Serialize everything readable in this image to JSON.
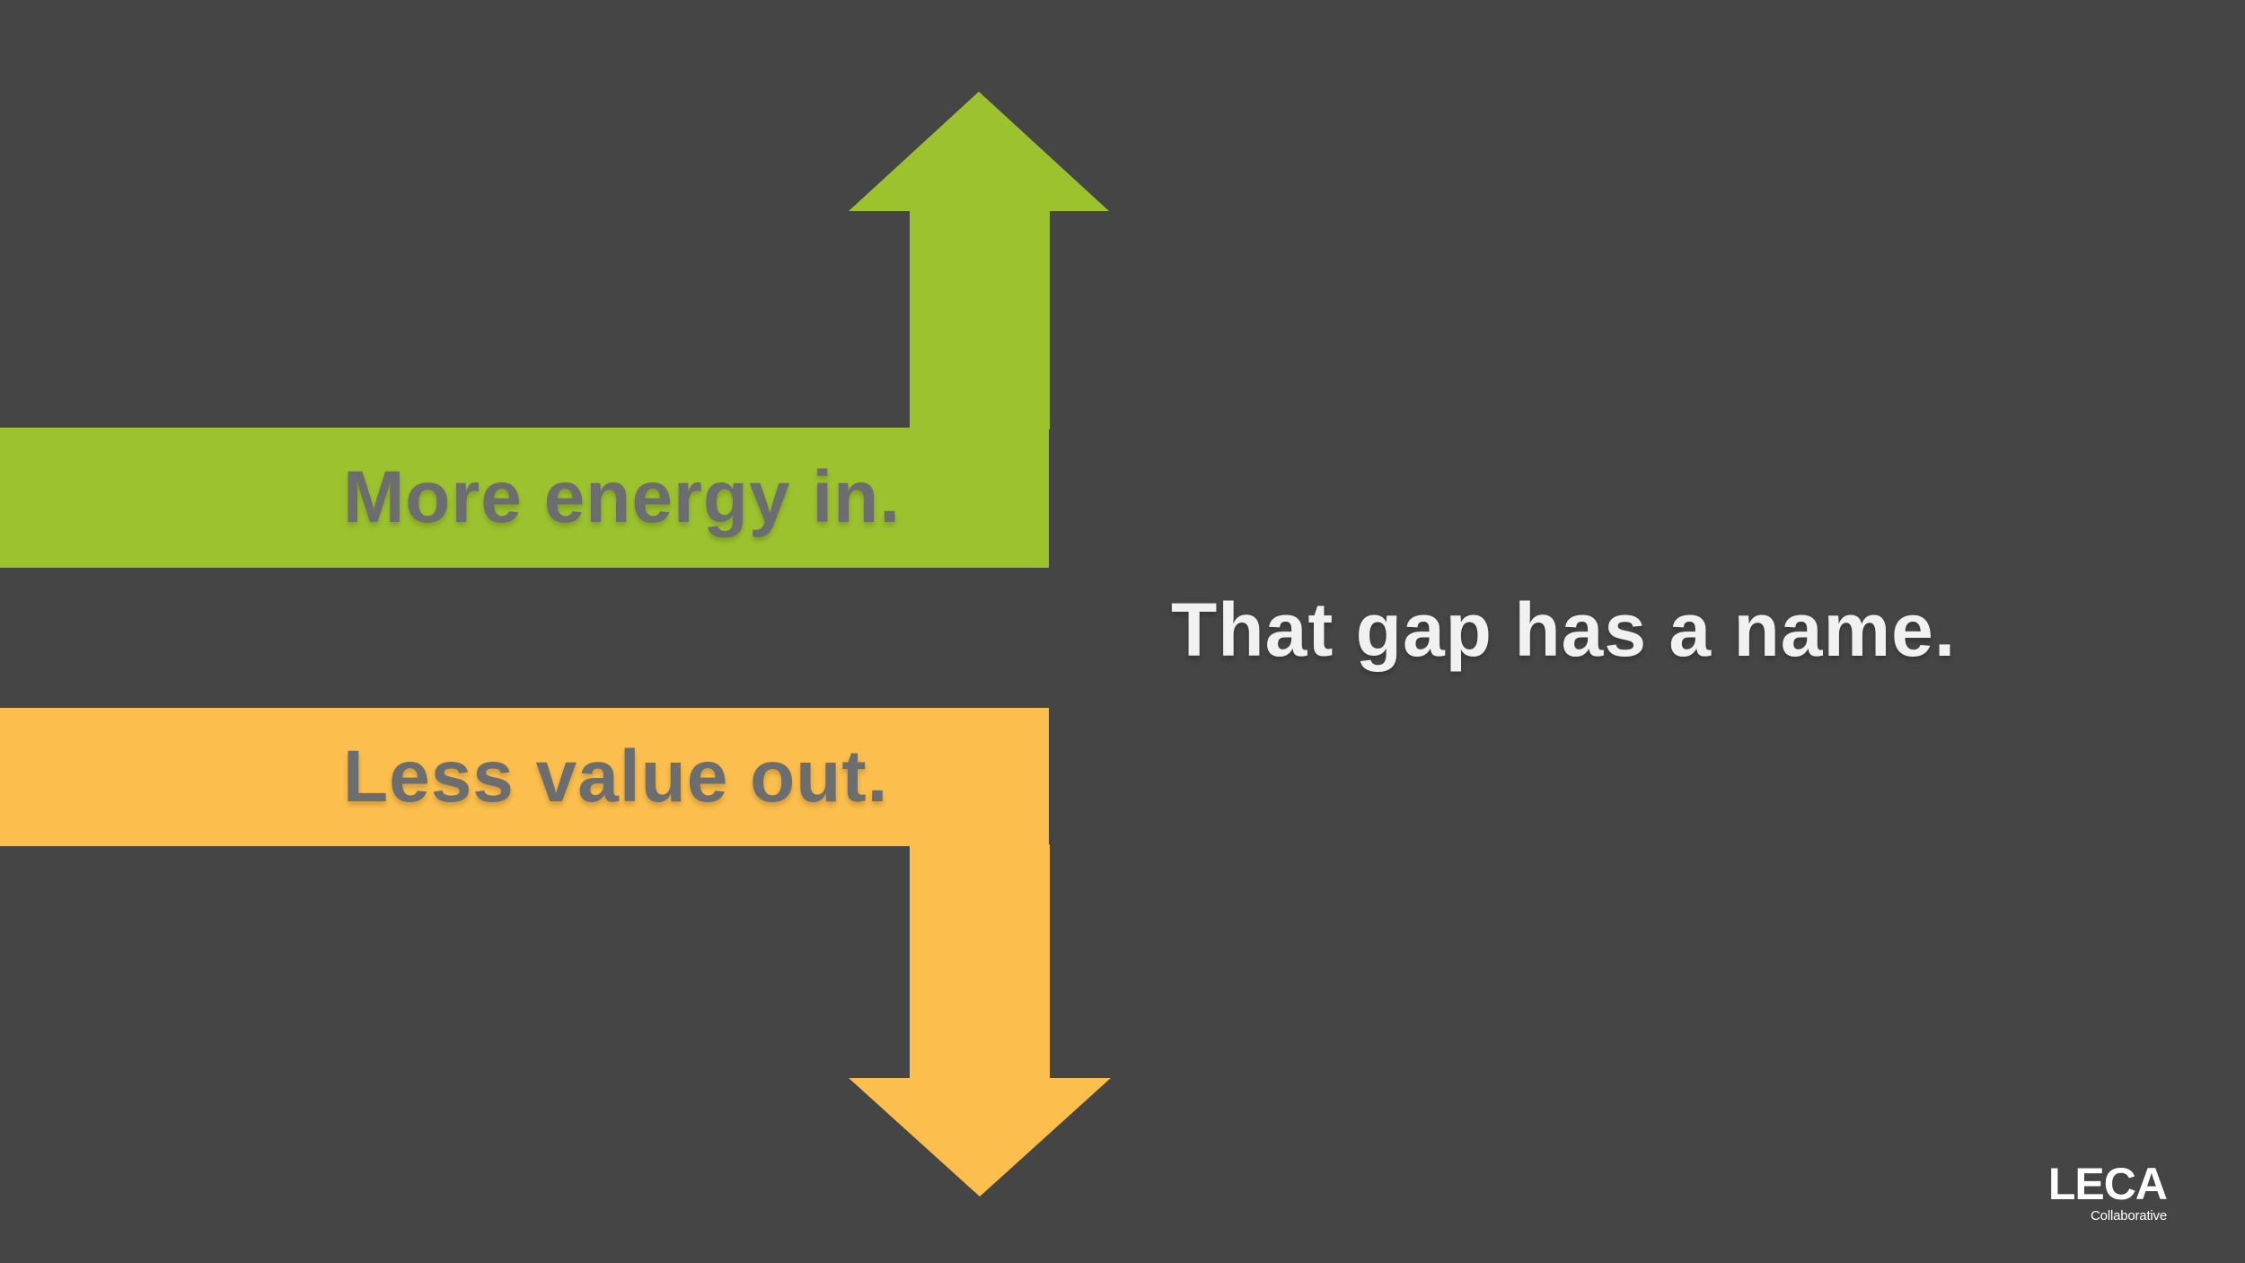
{
  "slide": {
    "background_color": "#454545"
  },
  "flows": [
    {
      "label": "More energy in.",
      "direction": "up",
      "arrow_color": "#9cc32e"
    },
    {
      "label": "Less value out.",
      "direction": "down",
      "arrow_color": "#fcbe4c"
    }
  ],
  "headline": {
    "text": "That gap has a name.",
    "color": "#f1f1f1"
  },
  "logo": {
    "name": "LECA",
    "tagline": "Collaborative"
  },
  "colors": {
    "bar_label_text": "#6b6d6f",
    "background": "#454545",
    "green": "#9cc32e",
    "orange": "#fcbe4c"
  }
}
